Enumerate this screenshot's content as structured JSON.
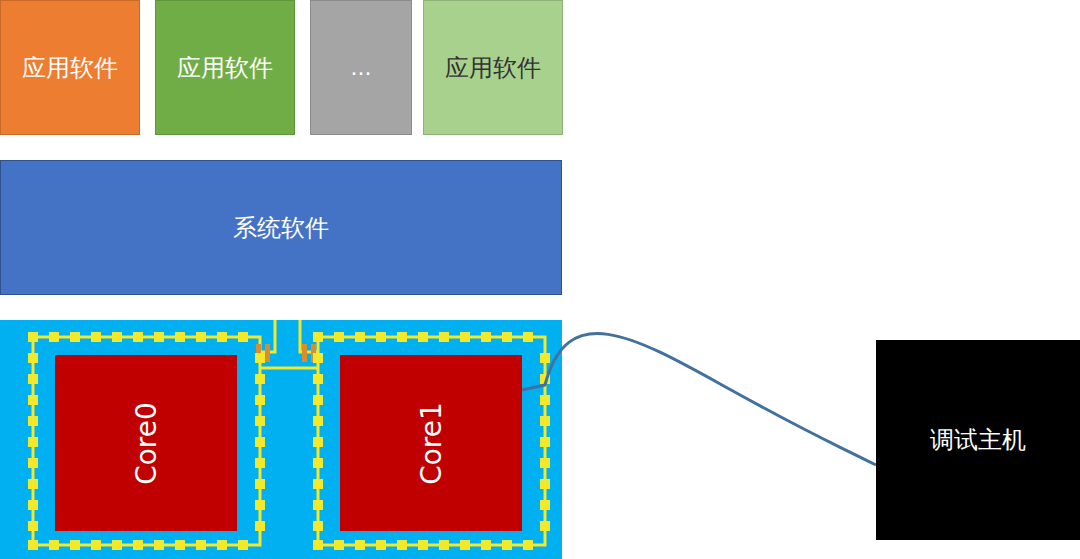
{
  "diagram": {
    "nodes": [
      {
        "text": [
          "应用软件"
        ]
      },
      {
        "text": [
          "应用软件"
        ]
      },
      {
        "text": [
          "..."
        ]
      },
      {
        "text": [
          "应用软件"
        ]
      },
      {
        "text": [
          "系统软件"
        ]
      },
      {
        "text": [
          "Core0"
        ]
      },
      {
        "text": [
          "Core1"
        ]
      },
      {
        "text": [
          "调试主机"
        ]
      }
    ],
    "edges": [
      {
        "from": 6,
        "to": 7,
        "arrow": "none"
      }
    ]
  }
}
